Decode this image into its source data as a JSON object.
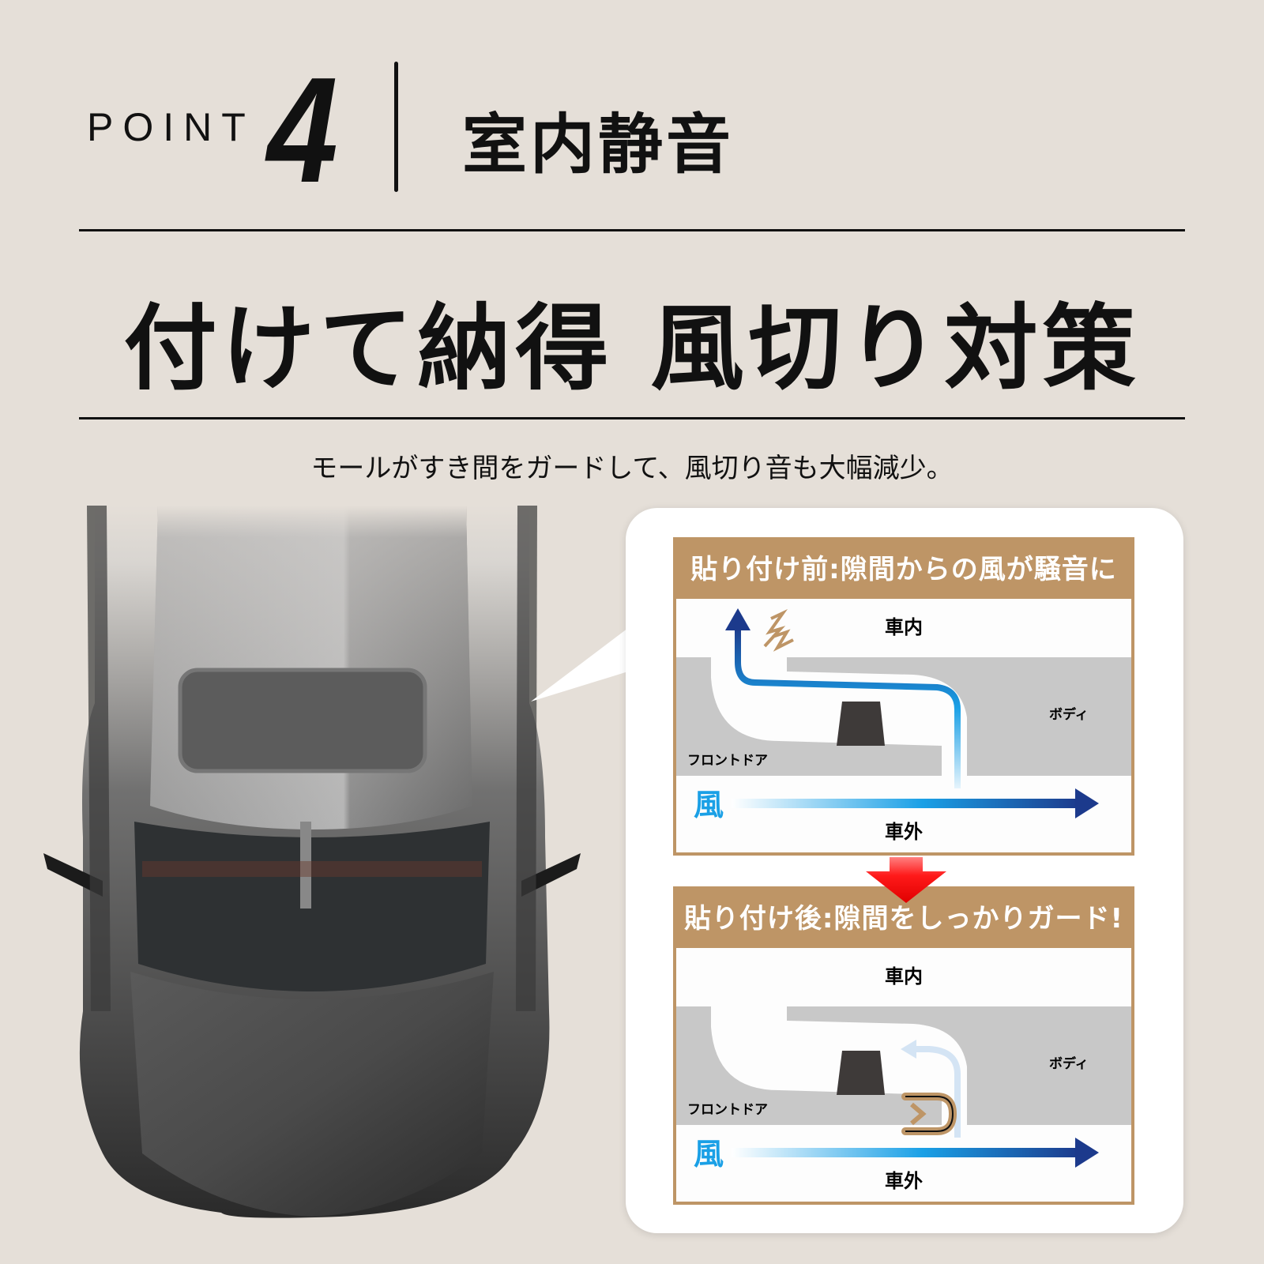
{
  "header": {
    "point_label": "POINT",
    "point_number": "4",
    "category": "室内静音"
  },
  "headline": "付けて納得 風切り対策",
  "subtitle": "モールがすき間をガードして、風切り音も大幅減少。",
  "illustration": {
    "car": "black-sedan-top-view",
    "callout": "speech-bubble-pointing-to-door-gap"
  },
  "panels": [
    {
      "title": "貼り付け前:隙間からの風が騒音に",
      "label_inside": "車内",
      "label_outside": "車外",
      "label_door": "フロントドア",
      "label_body": "ボディ",
      "label_wind": "風",
      "state": "before"
    },
    {
      "title": "貼り付け後:隙間をしっかりガード!",
      "label_inside": "車内",
      "label_outside": "車外",
      "label_door": "フロントドア",
      "label_body": "ボディ",
      "label_wind": "風",
      "state": "after"
    }
  ],
  "colors": {
    "background": "#e5dfd8",
    "panel_accent": "#be9566",
    "wind_blue": "#1aa0e6",
    "wind_navy": "#1c3a8c",
    "transition_arrow": "#ff2020"
  }
}
